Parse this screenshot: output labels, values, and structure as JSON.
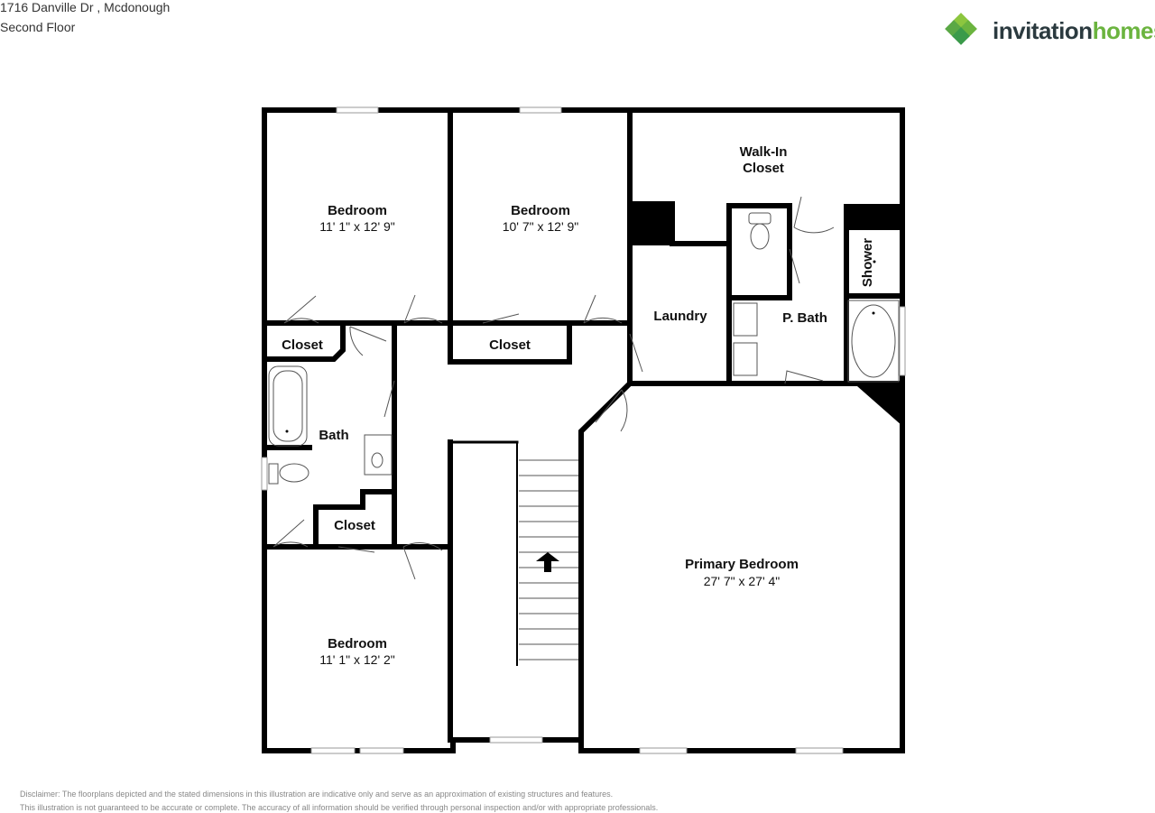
{
  "header": {
    "address": "1716 Danville Dr , Mcdonough",
    "floor": "Second Floor"
  },
  "brand": {
    "name_part1": "invitation",
    "name_part2": "homes",
    "colors": {
      "dark": "#2b3a3f",
      "green": "#6bb43f",
      "logo_green_light": "#8cc63f",
      "logo_green_dark": "#3a9a4a"
    }
  },
  "rooms": {
    "bedroom_1": {
      "name": "Bedroom",
      "dims": "11' 1\" x 12' 9\""
    },
    "bedroom_2": {
      "name": "Bedroom",
      "dims": "10' 7\" x 12' 9\""
    },
    "walkin": {
      "name_line1": "Walk-In",
      "name_line2": "Closet"
    },
    "shower": {
      "name": "Shower"
    },
    "laundry": {
      "name": "Laundry"
    },
    "pbath": {
      "name": "P. Bath"
    },
    "closet_1": {
      "name": "Closet"
    },
    "closet_2": {
      "name": "Closet"
    },
    "closet_3": {
      "name": "Closet"
    },
    "bath": {
      "name": "Bath"
    },
    "primary": {
      "name": "Primary Bedroom",
      "dims": "27' 7\" x 27' 4\""
    },
    "bedroom_3": {
      "name": "Bedroom",
      "dims": "11' 1\" x 12' 2\""
    }
  },
  "disclaimer": {
    "line1": "Disclaimer: The floorplans depicted and the stated dimensions in this illustration are indicative only and serve as an approximation of existing structures and features.",
    "line2": "This illustration is not guaranteed to be accurate or complete. The accuracy of all information should be verified through personal inspection and/or with appropriate professionals."
  }
}
